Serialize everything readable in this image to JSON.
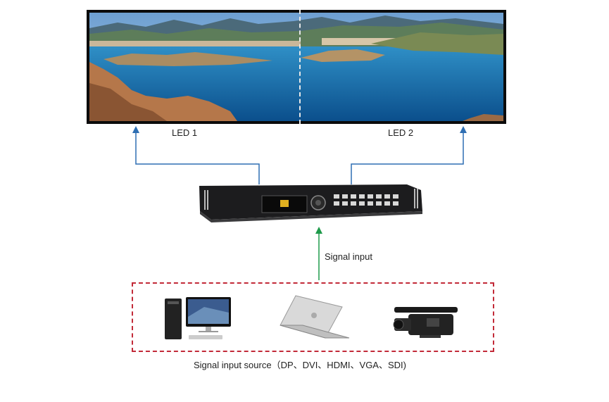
{
  "diagram": {
    "screens": [
      {
        "label": "LED 1"
      },
      {
        "label": "LED 2"
      }
    ],
    "signal_label": "Signal input",
    "source_caption": "Signal input source（DP、DVI、HDMI、VGA、SDI)",
    "colors": {
      "output_arrow": "#2f6fb3",
      "input_arrow": "#1e9a4a",
      "source_border": "#c22a38"
    },
    "sources": [
      "desktop-computer-icon",
      "laptop-icon",
      "video-camera-icon"
    ],
    "device": "video-processor"
  }
}
